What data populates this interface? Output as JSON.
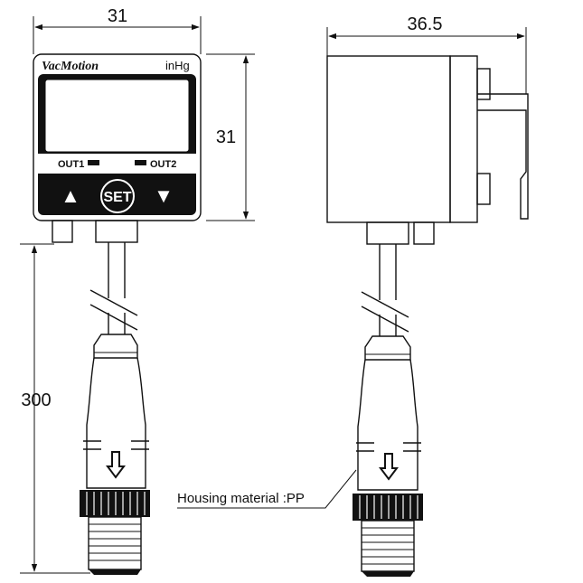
{
  "dimensions": {
    "front_width": "31",
    "front_height": "31",
    "side_depth": "36.5",
    "cable_length": "300"
  },
  "front_panel": {
    "brand": "VacMotion",
    "unit": "inHg",
    "out1_label": "OUT1",
    "out2_label": "OUT2",
    "up_button_glyph": "▲",
    "set_button_label": "SET",
    "down_button_glyph": "▼"
  },
  "annotation": {
    "housing_material": "Housing material :PP"
  }
}
